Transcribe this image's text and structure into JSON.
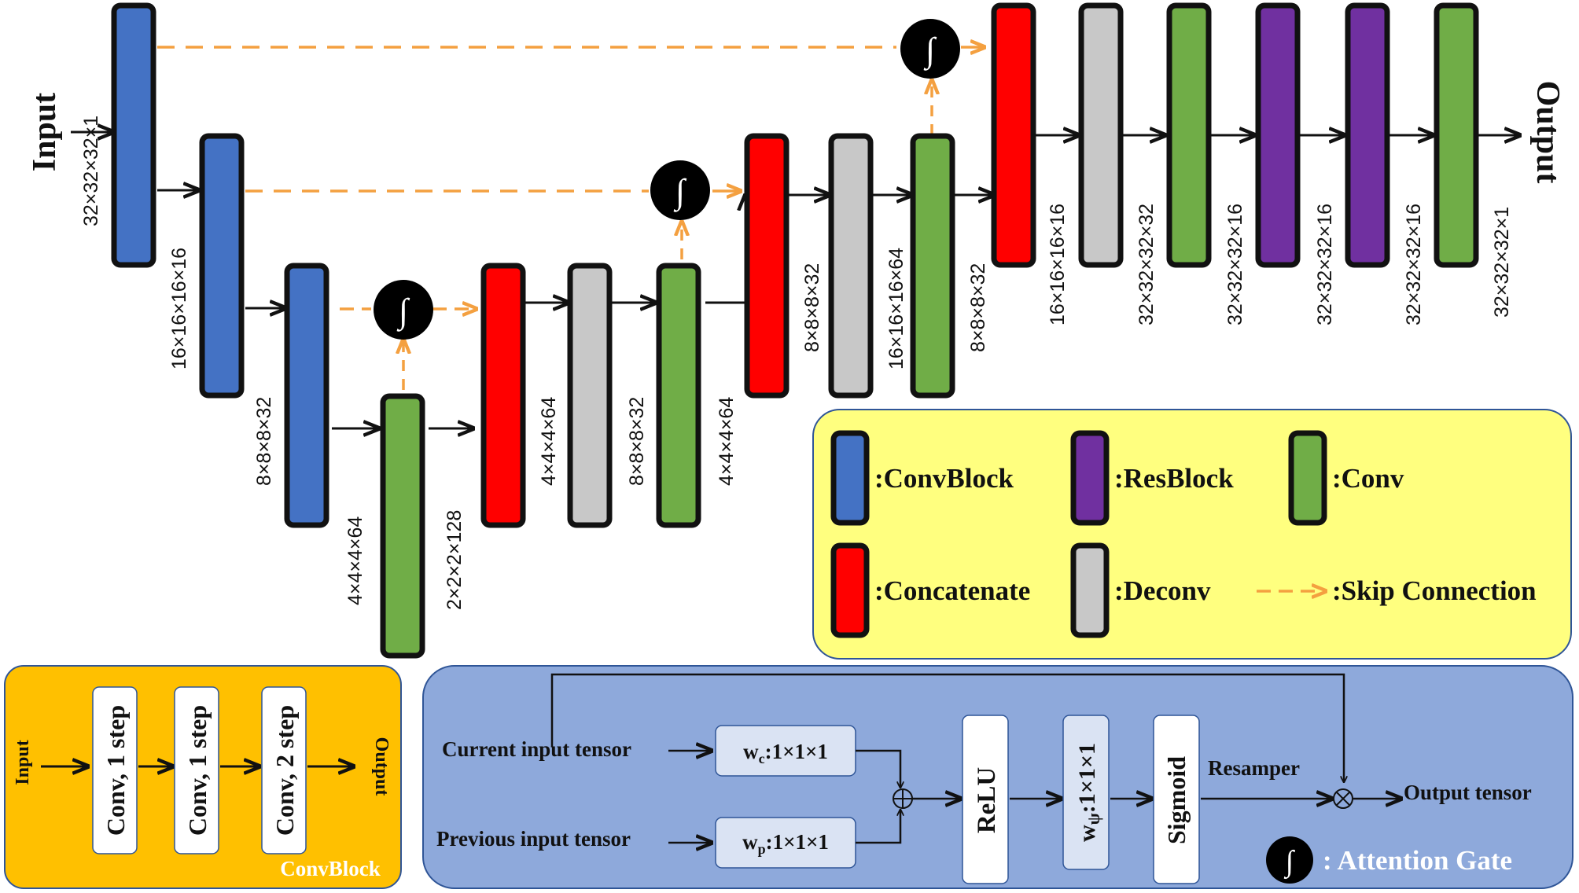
{
  "labels": {
    "input": "Input",
    "output": "Output"
  },
  "dims": {
    "e1": "32×32×32×1",
    "e2": "16×16×16×16",
    "e3": "8×8×8×32",
    "e4": "4×4×4×64",
    "bottleneck": "2×2×2×128",
    "d1_cat": "4×4×4×64",
    "d1_deconv": "8×8×8×32",
    "d1_conv": "4×4×4×64",
    "d2_cat": "8×8×8×32",
    "d2_deconv": "16×16×16×64",
    "d2_conv": "8×8×8×32",
    "d3_cat": "16×16×16×16",
    "d3_deconv": "32×32×32×32",
    "d3_conv": "32×32×32×16",
    "res1": "32×32×32×16",
    "res2": "32×32×32×16",
    "final": "32×32×32×1"
  },
  "gate_symbol": "∫",
  "legend": {
    "convblock": ":ConvBlock",
    "resblock": ":ResBlock",
    "conv": ":Conv",
    "concatenate": ":Concatenate",
    "deconv": ":Deconv",
    "skip": ":Skip Connection"
  },
  "convblock_panel": {
    "input": "Input",
    "step1": "Conv, 1 step",
    "step2": "Conv, 1 step",
    "step3": "Conv, 2 step",
    "output": "Output",
    "title": "ConvBlock"
  },
  "attention_panel": {
    "current": "Current input tensor",
    "previous": "Previous input tensor",
    "wc": "w",
    "wc_sub": "c",
    "wc_rest": ":1×1×1",
    "wp": "w",
    "wp_sub": "p",
    "wp_rest": ":1×1×1",
    "relu": "ReLU",
    "wpsi": "w",
    "wpsi_sub": "ψ",
    "wpsi_rest": ":1×1×1",
    "sigmoid": "Sigmoid",
    "resampler": "Resamper",
    "output": "Output tensor",
    "gate_label": ": Attention Gate"
  },
  "colors": {
    "convblock": "#4472C4",
    "resblock": "#7030A0",
    "conv": "#70AD47",
    "concatenate": "#FF0000",
    "deconv": "#C8C8C8",
    "skip": "#F4A040",
    "legend_bg": "#FFFF7F",
    "convblock_panel_bg": "#FFC000",
    "attention_panel_bg": "#8EA9DB"
  }
}
